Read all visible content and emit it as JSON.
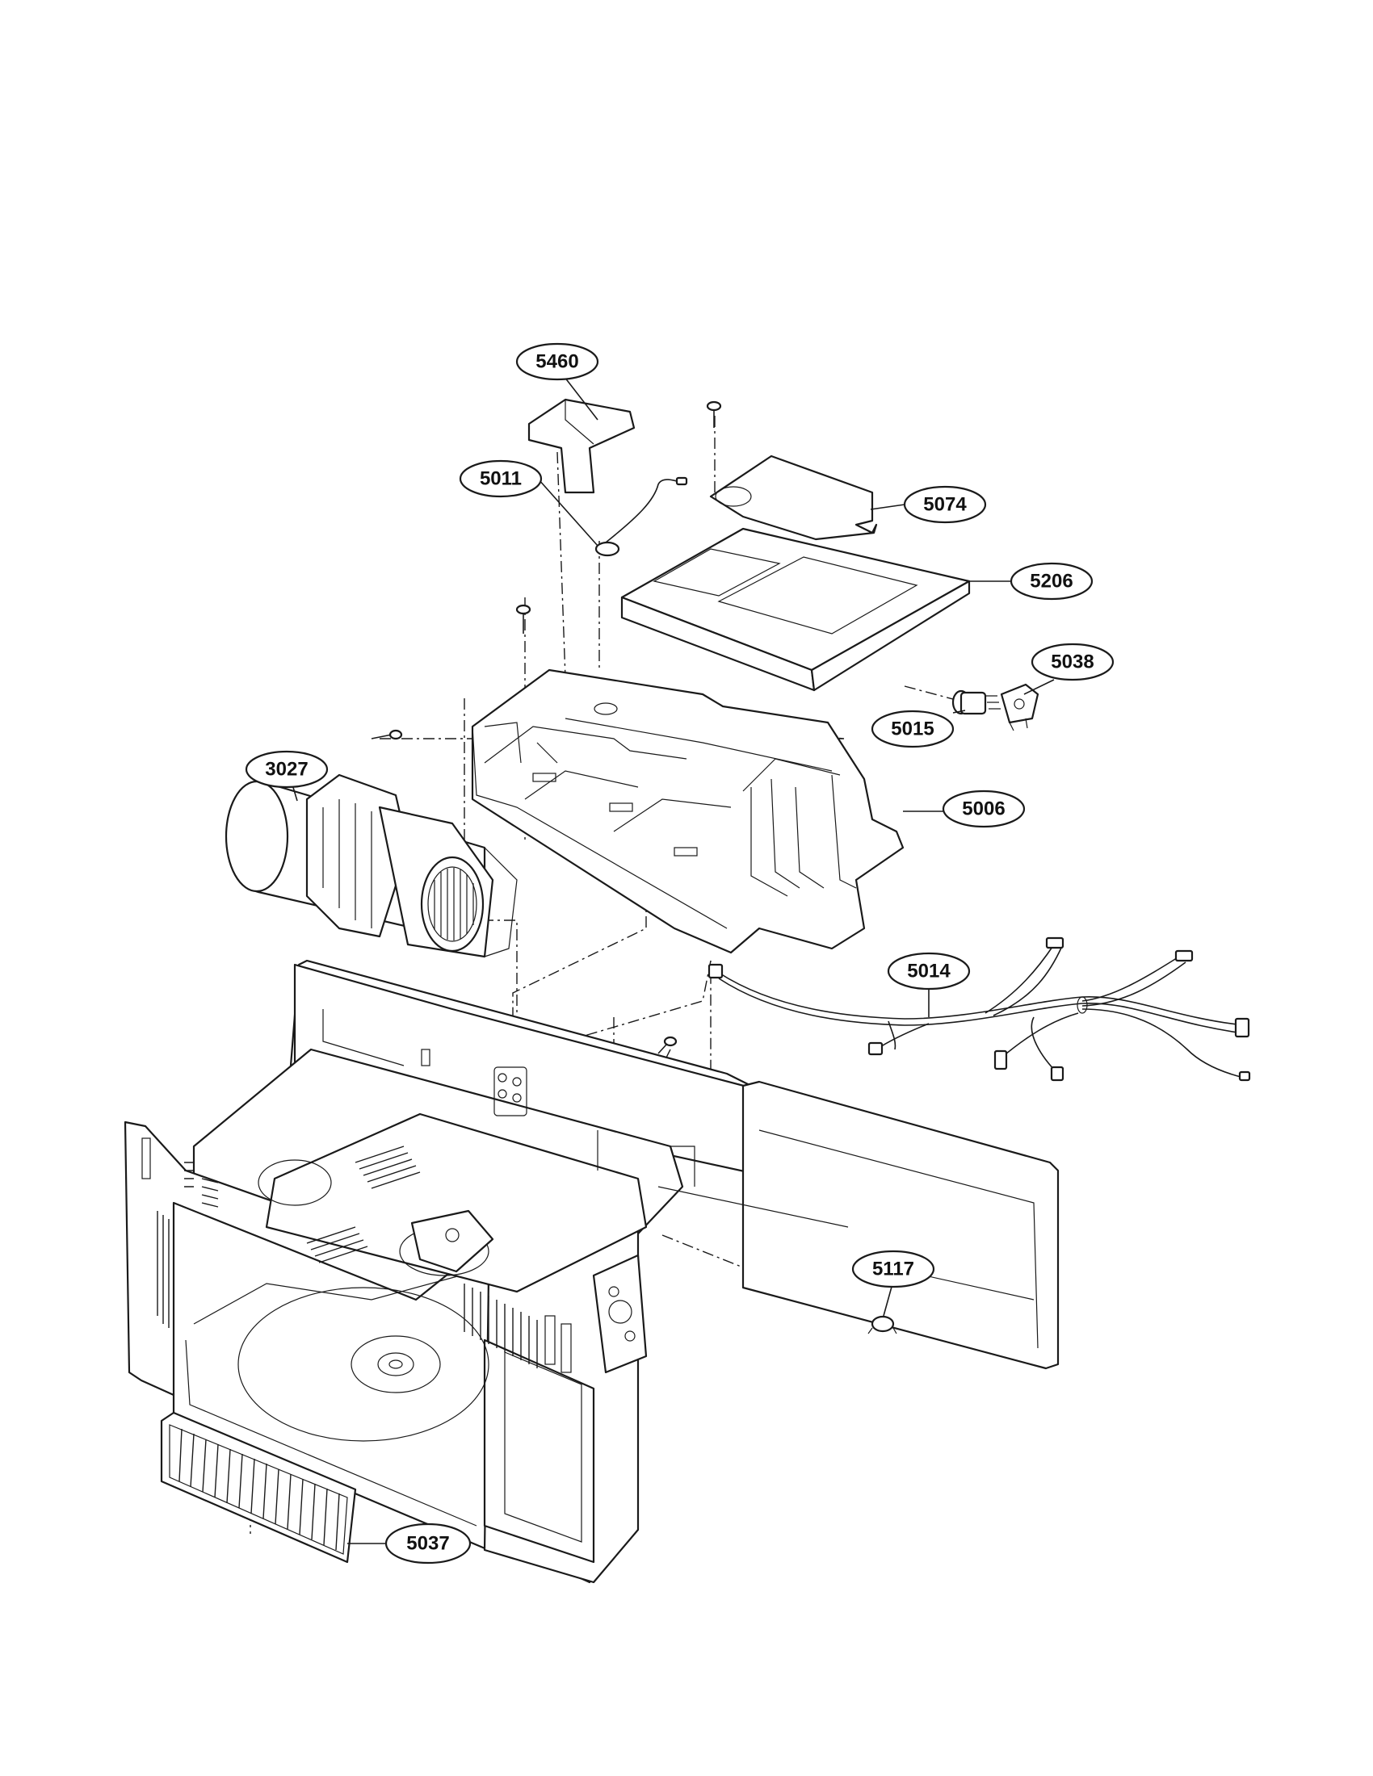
{
  "callouts": {
    "c5460": "5460",
    "c5011": "5011",
    "c5074": "5074",
    "c5206": "5206",
    "c5038": "5038",
    "c5015": "5015",
    "c3027": "3027",
    "c5006": "5006",
    "c5014": "5014",
    "c5117": "5117",
    "c5037": "5037"
  }
}
